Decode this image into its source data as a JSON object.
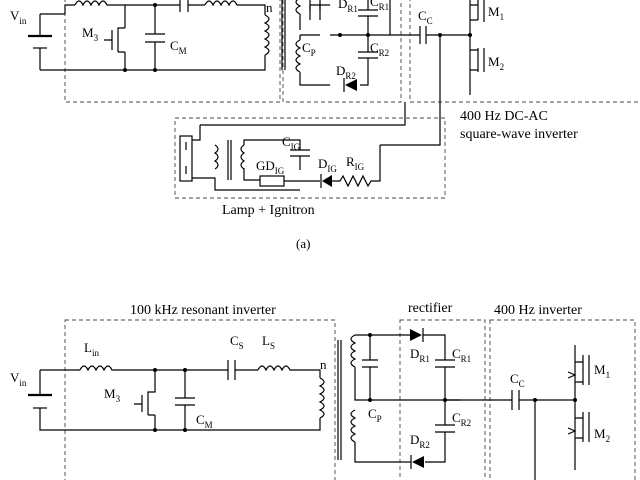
{
  "figure_a": {
    "caption": "(a)",
    "section_inverter_400": [
      "400 Hz DC-AC",
      "square-wave inverter"
    ],
    "section_lamp": "Lamp + Ignitron",
    "labels": {
      "vin": {
        "main": "V",
        "sub": "in"
      },
      "m3": {
        "main": "M",
        "sub": "3"
      },
      "cm": {
        "main": "C",
        "sub": "M"
      },
      "n": "n",
      "cp": {
        "main": "C",
        "sub": "P"
      },
      "dr1": {
        "main": "D",
        "sub": "R1"
      },
      "cr1": {
        "main": "C",
        "sub": "R1"
      },
      "cr2": {
        "main": "C",
        "sub": "R2"
      },
      "dr2": {
        "main": "D",
        "sub": "R2"
      },
      "cc": {
        "main": "C",
        "sub": "C"
      },
      "m1": {
        "main": "M",
        "sub": "1"
      },
      "m2": {
        "main": "M",
        "sub": "2"
      },
      "cig": {
        "main": "C",
        "sub": "IG"
      },
      "gdig": {
        "main": "GD",
        "sub": "IG"
      },
      "dig": {
        "main": "D",
        "sub": "IG"
      },
      "rig": {
        "main": "R",
        "sub": "IG"
      }
    }
  },
  "figure_b": {
    "section_resonant": "100 kHz resonant inverter",
    "section_rectifier": "rectifier",
    "section_inverter_400": "400 Hz inverter",
    "labels": {
      "lin": {
        "main": "L",
        "sub": "in"
      },
      "cs": {
        "main": "C",
        "sub": "S"
      },
      "ls": {
        "main": "L",
        "sub": "S"
      },
      "n": "n",
      "vin": {
        "main": "V",
        "sub": "in"
      },
      "m3": {
        "main": "M",
        "sub": "3"
      },
      "cm": {
        "main": "C",
        "sub": "M"
      },
      "cp": {
        "main": "C",
        "sub": "P"
      },
      "dr1": {
        "main": "D",
        "sub": "R1"
      },
      "cr1": {
        "main": "C",
        "sub": "R1"
      },
      "cr2": {
        "main": "C",
        "sub": "R2"
      },
      "dr2": {
        "main": "D",
        "sub": "R2"
      },
      "cc": {
        "main": "C",
        "sub": "C"
      },
      "m1": {
        "main": "M",
        "sub": "1"
      },
      "m2": {
        "main": "M",
        "sub": "2"
      }
    }
  }
}
